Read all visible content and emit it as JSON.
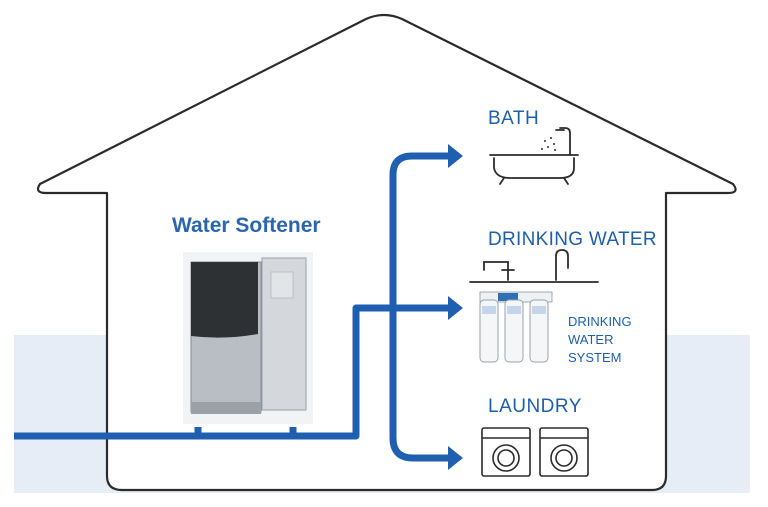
{
  "diagram": {
    "softener_title": "Water Softener",
    "outlets": [
      {
        "label": "BATH",
        "icon": "bathtub-icon"
      },
      {
        "label": "DRINKING WATER",
        "icon": "faucet-icon"
      },
      {
        "label": "LAUNDRY",
        "icon": "washing-machines-icon"
      }
    ],
    "system_label": [
      "DRINKING",
      "WATER",
      "SYSTEM"
    ],
    "colors": {
      "pipe": "#1f5fb0",
      "text": "#1f5fa8",
      "house_outline": "#2b2b2b",
      "ground": "#e6edf7"
    }
  }
}
